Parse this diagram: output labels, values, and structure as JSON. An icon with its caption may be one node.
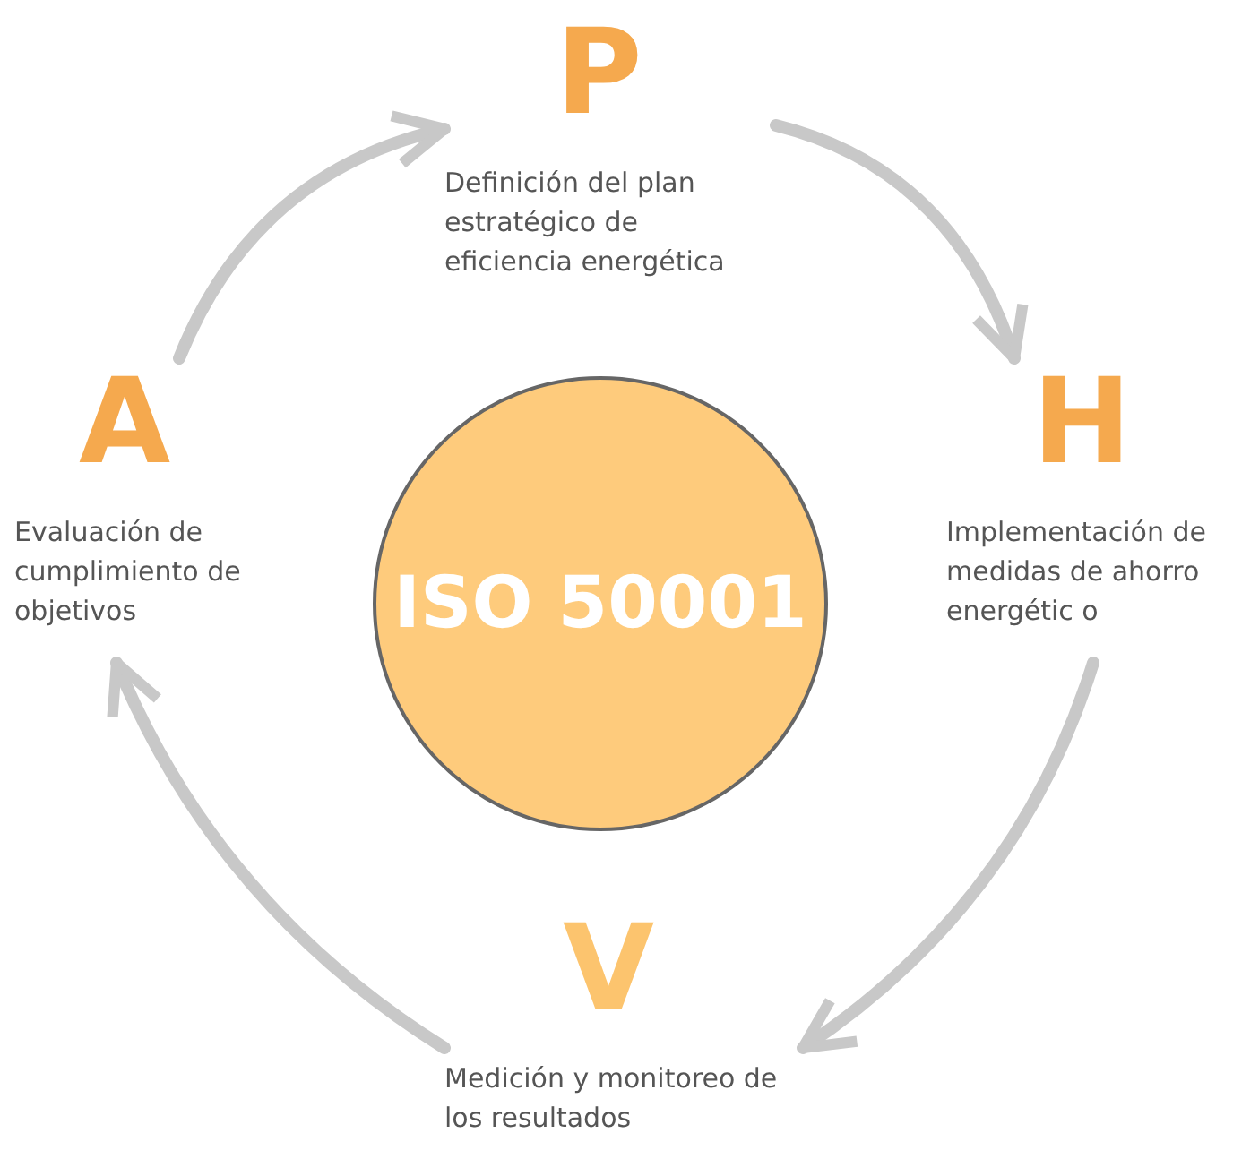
{
  "diagram": {
    "nodes": [
      {
        "text": [
          "P",
          "Definición del plan estratégico de eficiencia energética"
        ]
      },
      {
        "text": [
          "H",
          "Implementación de medidas de ahorro energétic o"
        ]
      },
      {
        "text": [
          "V",
          "Medición y monitoreo de los resultados"
        ]
      },
      {
        "text": [
          "A",
          "Evaluación de cumplimiento de objetivos"
        ]
      },
      {
        "text": [
          "ISO 50001"
        ]
      }
    ],
    "edges": [
      {
        "from": 3,
        "to": 0,
        "arrow": "to"
      },
      {
        "from": 0,
        "to": 1,
        "arrow": "to"
      },
      {
        "from": 1,
        "to": 2,
        "arrow": "to"
      },
      {
        "from": 2,
        "to": 3,
        "arrow": "to"
      }
    ]
  }
}
